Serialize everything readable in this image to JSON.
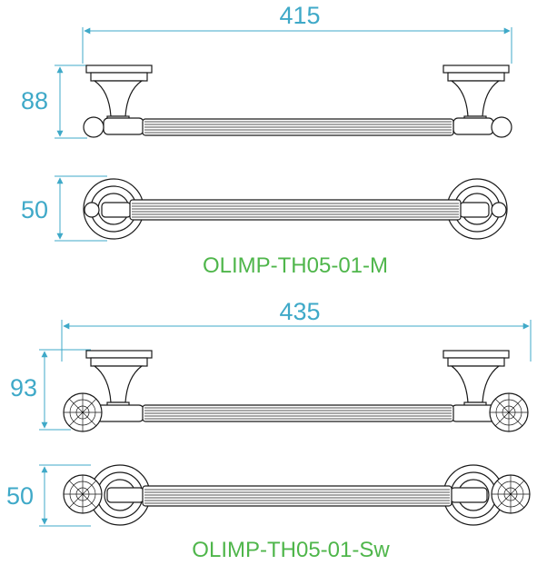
{
  "drawing": {
    "line_color": "#1a1a1a",
    "dimension_color": "#3fa9c8",
    "label_color": "#4fb64b"
  },
  "products": [
    {
      "model": "OLIMP-TH05-01-M",
      "width": "415",
      "height": "88",
      "depth": "50",
      "knob": "ball"
    },
    {
      "model": "OLIMP-TH05-01-Sw",
      "width": "435",
      "height": "93",
      "depth": "50",
      "knob": "crystal"
    }
  ]
}
